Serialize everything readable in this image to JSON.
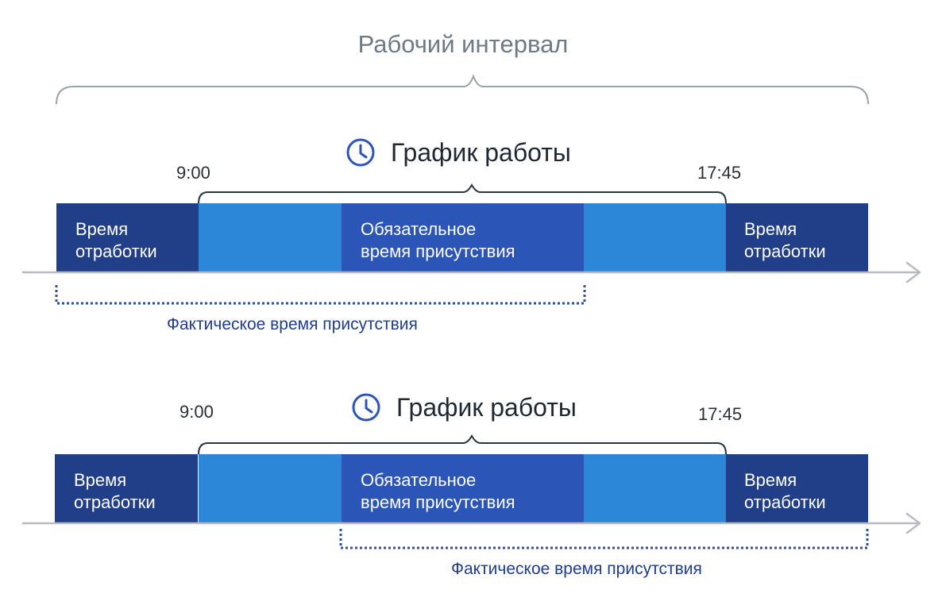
{
  "title": "Рабочий интервал",
  "rows": [
    {
      "schedule_title": "График работы",
      "start_time": "9:00",
      "end_time": "17:45",
      "segments": {
        "work_left": [
          "Время",
          "отработки"
        ],
        "core": [
          "Обязательное",
          "время присутствия"
        ],
        "work_right": [
          "Время",
          "отработки"
        ]
      },
      "actual_presence": "Фактическое время присутствия"
    },
    {
      "schedule_title": "График работы",
      "start_time": "9:00",
      "end_time": "17:45",
      "segments": {
        "work_left": [
          "Время",
          "отработки"
        ],
        "core": [
          "Обязательное",
          "время присутствия"
        ],
        "work_right": [
          "Время",
          "отработки"
        ]
      },
      "actual_presence": "Фактическое время присутствия"
    }
  ],
  "colors": {
    "work_time": "#213f88",
    "schedule_flex": "#2c87d8",
    "core_time": "#2b56b8",
    "axis": "#b8bcc2",
    "brace": "#9aa2ab",
    "brace_dark": "#2c3440",
    "actual_bracket": "#2f4fa3"
  },
  "icons": {
    "schedule": "clock-icon"
  }
}
